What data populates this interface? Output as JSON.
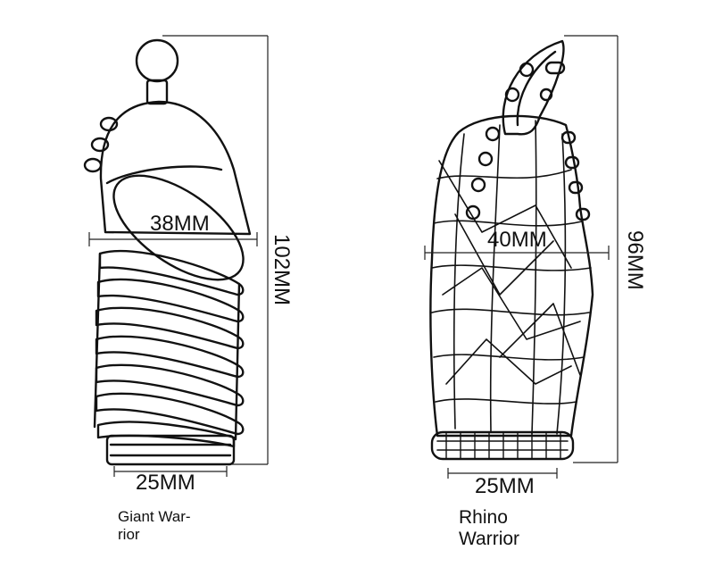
{
  "products": [
    {
      "name_line1": "Giant War-",
      "name_line2": "rior",
      "width_label": "38MM",
      "height_label": "102MM",
      "base_label": "25MM"
    },
    {
      "name_line1": "Rhino",
      "name_line2": "Warrior",
      "width_label": "40MM",
      "height_label": "96MM",
      "base_label": "25MM"
    }
  ]
}
